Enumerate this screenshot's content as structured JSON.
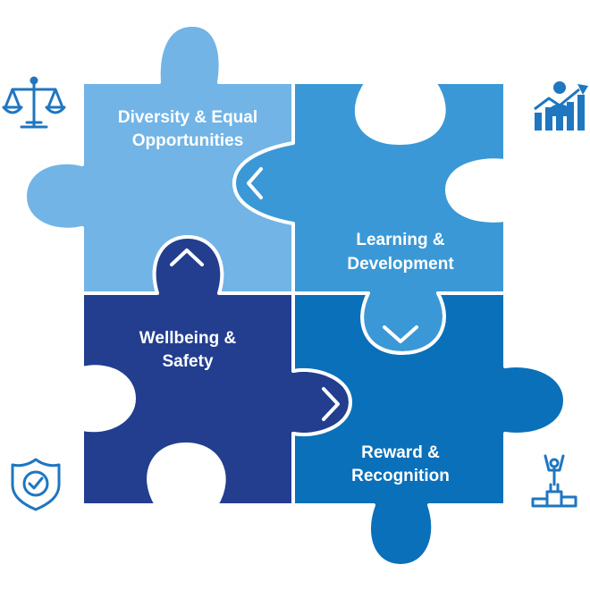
{
  "pieces": {
    "diversity": {
      "line1": "Diversity & Equal",
      "line2": "Opportunities",
      "color": "#72b4e6"
    },
    "learning": {
      "line1": "Learning &",
      "line2": "Development",
      "color": "#3b98d6"
    },
    "wellbeing": {
      "line1": "Wellbeing &",
      "line2": "Safety",
      "color": "#233e8f"
    },
    "reward": {
      "line1": "Reward &",
      "line2": "Recognition",
      "color": "#0a70ba"
    }
  },
  "icons": [
    "scales-icon",
    "businessman-growth-chart-icon",
    "shield-check-icon",
    "winner-podium-icon"
  ],
  "icon_color": "#1f76c1"
}
